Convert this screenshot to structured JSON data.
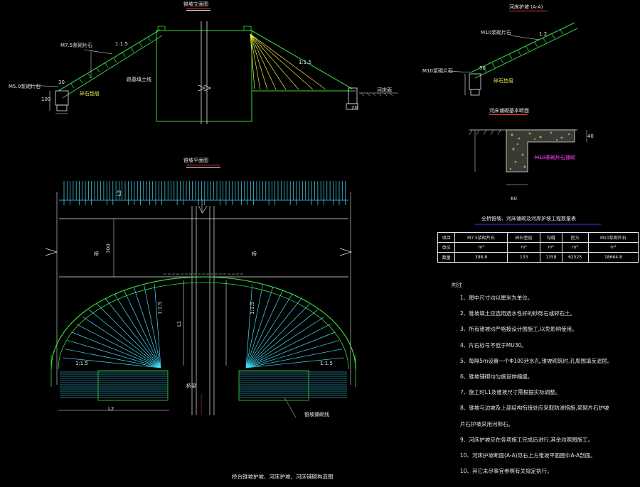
{
  "titles": {
    "top_left": "锥坡立面图",
    "top_right": "河床护坡  (A-A)",
    "mid_right": "河床铺砌基本断面",
    "middle": "锥坡平面图",
    "table": "全桥锥坡、河床铺砌及河岸护坡工程数量表",
    "bottom": "桥台锥坡护坡、河床护坡、河床铺砌构造图"
  },
  "labels": {
    "m75_left": "M7.5浆砌片石",
    "m5_base": "M5.0浆砌片石",
    "gravel": "碎石垫层",
    "fill": "路基填土线",
    "riverbed": "河床面",
    "slope_15": "1:1.5",
    "slope_15b": "1:1.5",
    "slope_2": "1:2",
    "m10_right": "M10浆砌片石",
    "m10_base": "M10浆砌片石",
    "gravel_r": "碎石垫层",
    "m10_pave": "M10浆砌片石铺砌",
    "left_tag": "桥",
    "center_tag": "桥梁",
    "bottom_tag": "锥坡铺砌线",
    "slope_l": "1:1.5",
    "slope_r": "1:1.5",
    "base_l": "1:1.5",
    "base_r": "1:1.5",
    "dim_L2": "L2",
    "dim_L1": "L1",
    "dim_L": "L2",
    "dim_300": "300",
    "dim_30": "30",
    "dim_50": "50",
    "dim_20": "20",
    "dim_100": "100",
    "dim_60": "60",
    "dim_40": "40"
  },
  "table": {
    "headers": [
      "项目",
      "M7.5浆砌片石",
      "碎石垫层",
      "勾缝",
      "挖方",
      "M10浆砌片石"
    ],
    "units": [
      "单位",
      "m³",
      "m³",
      "m²",
      "m³",
      "m³"
    ],
    "values": [
      "数量",
      "398.8",
      "133",
      "1358",
      "62525",
      "18664.8"
    ]
  },
  "notes": {
    "title": "附注",
    "items": [
      "1、图中尺寸均以厘米为单位。",
      "2、锥坡填土应选用透水性好的砂砾石或碎石土。",
      "3、所有锥坡均严格按设计图施工,以免影响使用。",
      "4、片石标号不低于MU30。",
      "5、每隔5m设置一个Φ100泄水孔,锥坡砌筑时,孔周围填反滤层。",
      "6、锥坡铺砌均匀施设伸缩缝。",
      "7、施工时L1及锥坡尺寸需根据实际调整。",
      "8、锥坡与边坡及上部结构衔接处应采取防渗措施,浆砌片石护坡",
      "   片石护坡采用河卵石。",
      "9、河床护坡应在各项施工完成后进行,其余均照图施工。",
      "10、河床护坡断面(A-A)见右上方锥坡平面图中A-A剖面。",
      "10、其它未尽事宜参照有关规定执行。"
    ]
  },
  "colors": {
    "background": "#000000",
    "slope_green": "#2ecc40",
    "fan_yellow": "#f0f040",
    "fan_cyan": "#40e0ff",
    "hatch_cyan": "#40e0ff",
    "outline_green": "#33dd33",
    "white": "#e6e6e6",
    "red_underline": "#ff3030",
    "blue_line": "#3a3aff",
    "magenta": "#ff40ff"
  }
}
